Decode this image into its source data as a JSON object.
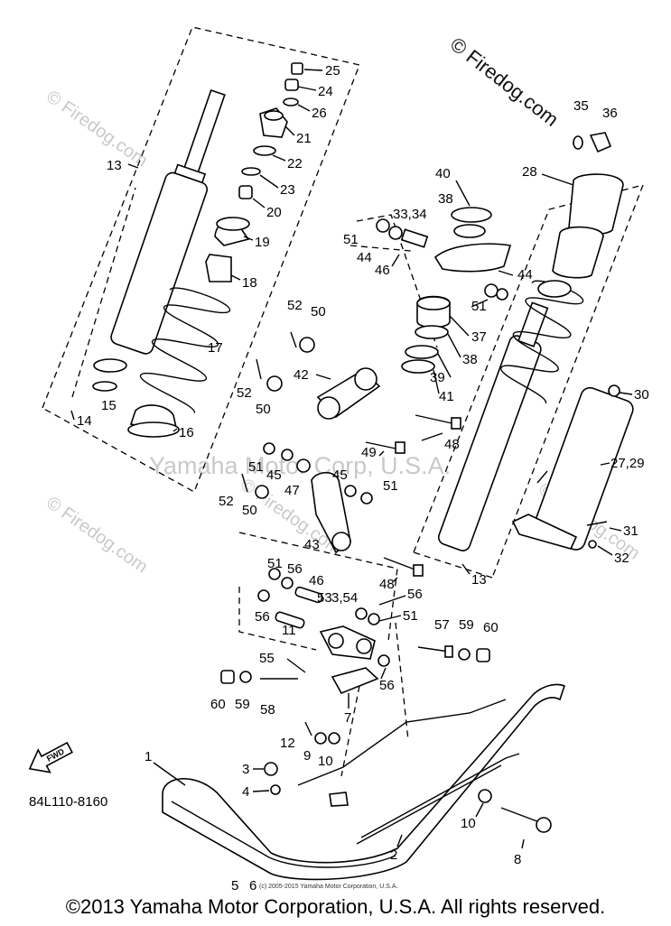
{
  "watermarks": {
    "firedog_top": "© Firedog.com",
    "firedog_faint_left": "© Firedog.com",
    "firedog_faint_mid_left": "© Firedog.com",
    "firedog_faint_mid_right": "© Firedog.com",
    "firedog_faint_right": "© Firedog.com",
    "yamaha_center": "Yamaha Motor Corp, U.S.A.",
    "small_copyright": "(c) 2005-2015 Yamaha Motor Corporation, U.S.A."
  },
  "diagram_code": "84L110-8160",
  "fwd_label": "FWD",
  "labels": {
    "l1": "1",
    "l2": "2",
    "l3": "3",
    "l3_54": "3,54",
    "l4": "4",
    "l5": "5",
    "l6": "6",
    "l7": "7",
    "l8": "8",
    "l9": "9",
    "l10a": "10",
    "l10b": "10",
    "l11": "11",
    "l12": "12",
    "l13a": "13",
    "l13b": "13",
    "l14": "14",
    "l15": "15",
    "l16": "16",
    "l17": "17",
    "l18": "18",
    "l19": "19",
    "l20": "20",
    "l21": "21",
    "l22": "22",
    "l23": "23",
    "l24": "24",
    "l25": "25",
    "l26": "26",
    "l27_29": "27,29",
    "l28": "28",
    "l30": "30",
    "l31": "31",
    "l32": "32",
    "l33_34": "33,34",
    "l35": "35",
    "l36": "36",
    "l37": "37",
    "l38a": "38",
    "l38b": "38",
    "l39": "39",
    "l40": "40",
    "l41": "41",
    "l42": "42",
    "l43": "43",
    "l44a": "44",
    "l44b": "44",
    "l45a": "45",
    "l45b": "45",
    "l46a": "46",
    "l46b": "46",
    "l47": "47",
    "l48a": "48",
    "l48b": "48",
    "l49": "49",
    "l50a": "50",
    "l50b": "50",
    "l50c": "50",
    "l51a": "51",
    "l51b": "51",
    "l51c": "51",
    "l51d": "51",
    "l51e": "51",
    "l51f": "51",
    "l52a": "52",
    "l52b": "52",
    "l52c": "52",
    "l53": "53",
    "l55": "55",
    "l56a": "56",
    "l56b": "56",
    "l56c": "56",
    "l56d": "56",
    "l57": "57",
    "l58": "58",
    "l59a": "59",
    "l59b": "59",
    "l60a": "60",
    "l60b": "60"
  },
  "footer": "©2013 Yamaha Motor Corporation, U.S.A. All rights reserved."
}
